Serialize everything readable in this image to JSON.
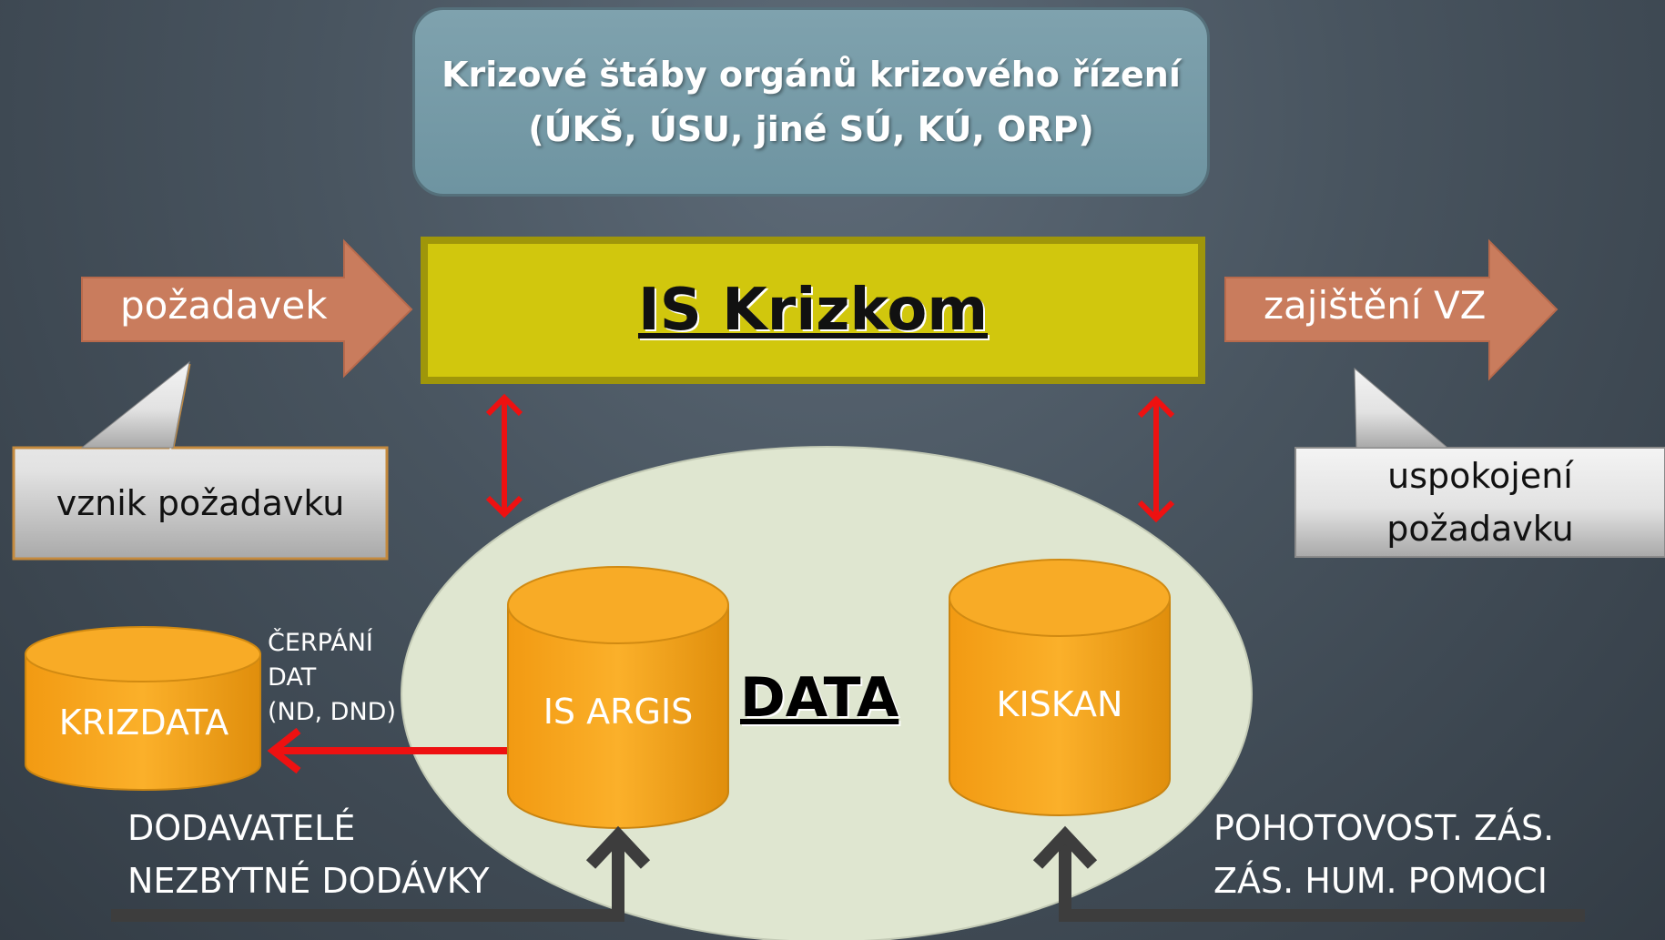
{
  "header": {
    "line1": "Krizové štáby orgánů krizového řízení",
    "line2": "(ÚKŠ, ÚSU, jiné SÚ, KÚ, ORP)"
  },
  "center": {
    "title": "IS Krizkom"
  },
  "arrows": {
    "request": "požadavek",
    "supply": "zajištění VZ"
  },
  "callouts": {
    "left": "vznik požadavku",
    "right_line1": "uspokojení",
    "right_line2": "požadavku"
  },
  "data_area": {
    "label": "DATA",
    "databases": {
      "argis": "IS ARGIS",
      "kiskan": "KISKAN",
      "krizdata": "KRIZDATA"
    }
  },
  "extraction": {
    "line1": "ČERPÁNÍ",
    "line2": "DAT",
    "line3": "(ND, DND)"
  },
  "bottom": {
    "left_line1": "DODAVATELÉ",
    "left_line2": "NEZBYTNÉ DODÁVKY",
    "right_line1": "POHOTOVOST. ZÁS.",
    "right_line2": "ZÁS. HUM. POMOCI"
  },
  "colors": {
    "header_box": "#7399a6",
    "center_box": "#d1c70d",
    "arrow_fill": "#c97c5d",
    "database": "#f5a623",
    "ellipse": "#dfe6d0",
    "red_arrow": "#ee1111",
    "dark_arrow": "#3d3d3d"
  }
}
